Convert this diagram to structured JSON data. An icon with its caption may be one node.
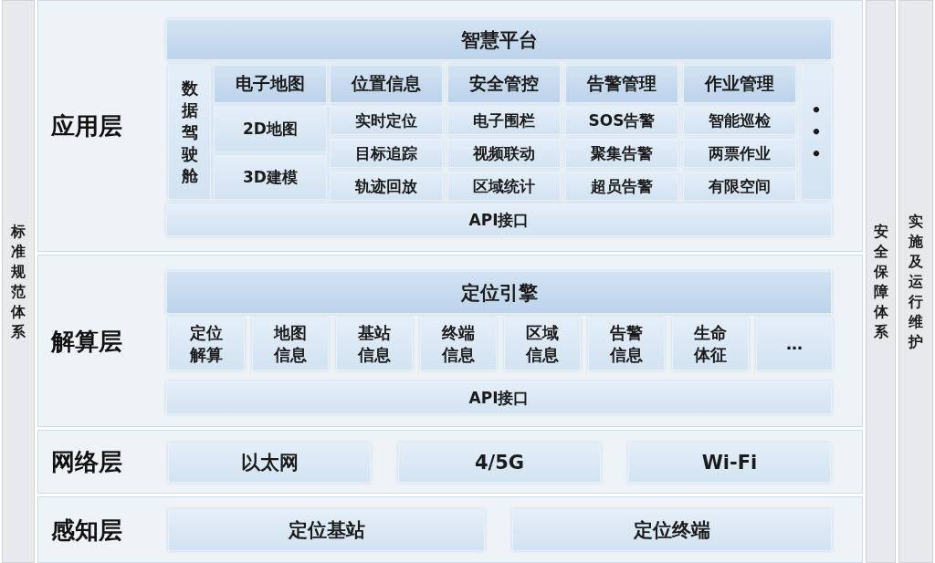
{
  "diagram": {
    "nodes": [
      {
        "text": [
          "标准规范体系"
        ]
      },
      {
        "text": [
          "应用层"
        ]
      },
      {
        "text": [
          "智慧平台"
        ],
        "in": 1
      },
      {
        "text": [
          "数据驾驶舱"
        ],
        "in": 1
      },
      {
        "text": [
          "电子地图"
        ],
        "in": 1
      },
      {
        "text": [
          "位置信息"
        ],
        "in": 1
      },
      {
        "text": [
          "安全管控"
        ],
        "in": 1
      },
      {
        "text": [
          "告警管理"
        ],
        "in": 1
      },
      {
        "text": [
          "作业管理"
        ],
        "in": 1
      },
      {
        "text": [
          "•••"
        ],
        "in": 1
      },
      {
        "text": [
          "2D地图"
        ],
        "in": 1
      },
      {
        "text": [
          "实时定位"
        ],
        "in": 1
      },
      {
        "text": [
          "电子围栏"
        ],
        "in": 1
      },
      {
        "text": [
          "SOS告警"
        ],
        "in": 1
      },
      {
        "text": [
          "智能巡检"
        ],
        "in": 1
      },
      {
        "text": [
          "目标追踪"
        ],
        "in": 1
      },
      {
        "text": [
          "视频联动"
        ],
        "in": 1
      },
      {
        "text": [
          "聚集告警"
        ],
        "in": 1
      },
      {
        "text": [
          "两票作业"
        ],
        "in": 1
      },
      {
        "text": [
          "3D建模"
        ],
        "in": 1
      },
      {
        "text": [
          "轨迹回放"
        ],
        "in": 1
      },
      {
        "text": [
          "区域统计"
        ],
        "in": 1
      },
      {
        "text": [
          "超员告警"
        ],
        "in": 1
      },
      {
        "text": [
          "有限空间"
        ],
        "in": 1
      },
      {
        "text": [
          "API接口"
        ],
        "in": 1
      },
      {
        "text": [
          "解算层"
        ]
      },
      {
        "text": [
          "定位引擎"
        ],
        "in": 25
      },
      {
        "text": [
          "定位解算"
        ],
        "in": 25
      },
      {
        "text": [
          "地图信息"
        ],
        "in": 25
      },
      {
        "text": [
          "基站信息"
        ],
        "in": 25
      },
      {
        "text": [
          "终端信息"
        ],
        "in": 25
      },
      {
        "text": [
          "区域信息"
        ],
        "in": 25
      },
      {
        "text": [
          "告警信息"
        ],
        "in": 25
      },
      {
        "text": [
          "生命体征"
        ],
        "in": 25
      },
      {
        "text": [
          "…"
        ],
        "in": 25
      },
      {
        "text": [
          "API接口"
        ],
        "in": 25
      },
      {
        "text": [
          "网络层"
        ]
      },
      {
        "text": [
          "以太网"
        ],
        "in": 36
      },
      {
        "text": [
          "4/5G"
        ],
        "in": 36
      },
      {
        "text": [
          "Wi-Fi"
        ],
        "in": 36
      },
      {
        "text": [
          "感知层"
        ]
      },
      {
        "text": [
          "定位基站"
        ],
        "in": 40
      },
      {
        "text": [
          "定位终端"
        ],
        "in": 40
      },
      {
        "text": [
          "安全保障体系"
        ]
      },
      {
        "text": [
          "实施及运行维护"
        ]
      }
    ],
    "edges": []
  }
}
